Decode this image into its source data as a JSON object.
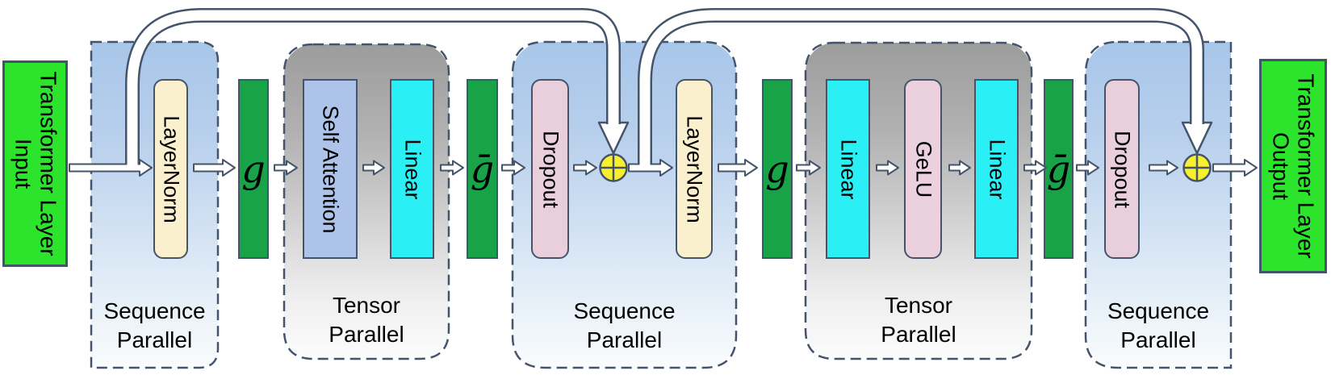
{
  "io": {
    "input": {
      "line1": "Transformer Layer",
      "line2": "Input"
    },
    "output": {
      "line1": "Transformer Layer",
      "line2": "Output"
    }
  },
  "blocks": {
    "layernorm1": "LayerNorm",
    "g1": "g",
    "self_attention": "Self Attention",
    "linear1": "Linear",
    "gbar1": "ḡ",
    "dropout1": "Dropout",
    "layernorm2": "LayerNorm",
    "g2": "g",
    "linear2": "Linear",
    "gelu": "GeLU",
    "linear3": "Linear",
    "gbar2": "ḡ",
    "dropout2": "Dropout"
  },
  "regions": [
    {
      "name": "sequence-parallel-1",
      "line1": "Sequence",
      "line2": "Parallel"
    },
    {
      "name": "tensor-parallel-1",
      "line1": "Tensor",
      "line2": "Parallel"
    },
    {
      "name": "sequence-parallel-2",
      "line1": "Sequence",
      "line2": "Parallel"
    },
    {
      "name": "tensor-parallel-2",
      "line1": "Tensor",
      "line2": "Parallel"
    },
    {
      "name": "sequence-parallel-3",
      "line1": "Sequence",
      "line2": "Parallel"
    }
  ],
  "icons": {
    "add1": "circled-plus",
    "add2": "circled-plus",
    "add_symbol": "⊕",
    "flow_arrow": "hollow-right-arrow",
    "skip1": "skip-connection-arrow",
    "skip2": "skip-connection-arrow"
  },
  "colors": {
    "outline": "#44546a",
    "io_green": "#2be42b",
    "gather_green": "#18a349",
    "layernorm_cream": "#fbf0cd",
    "attention_blue": "#aec3e9",
    "linear_cyan": "#2af0f5",
    "dropout_pink": "#e9cedc",
    "gelu_pink": "#ebd0dd",
    "add_yellow": "#f8ef2e",
    "sequence_region_blue": "#a8c6e9",
    "tensor_region_gray": "#9c9c9c"
  }
}
